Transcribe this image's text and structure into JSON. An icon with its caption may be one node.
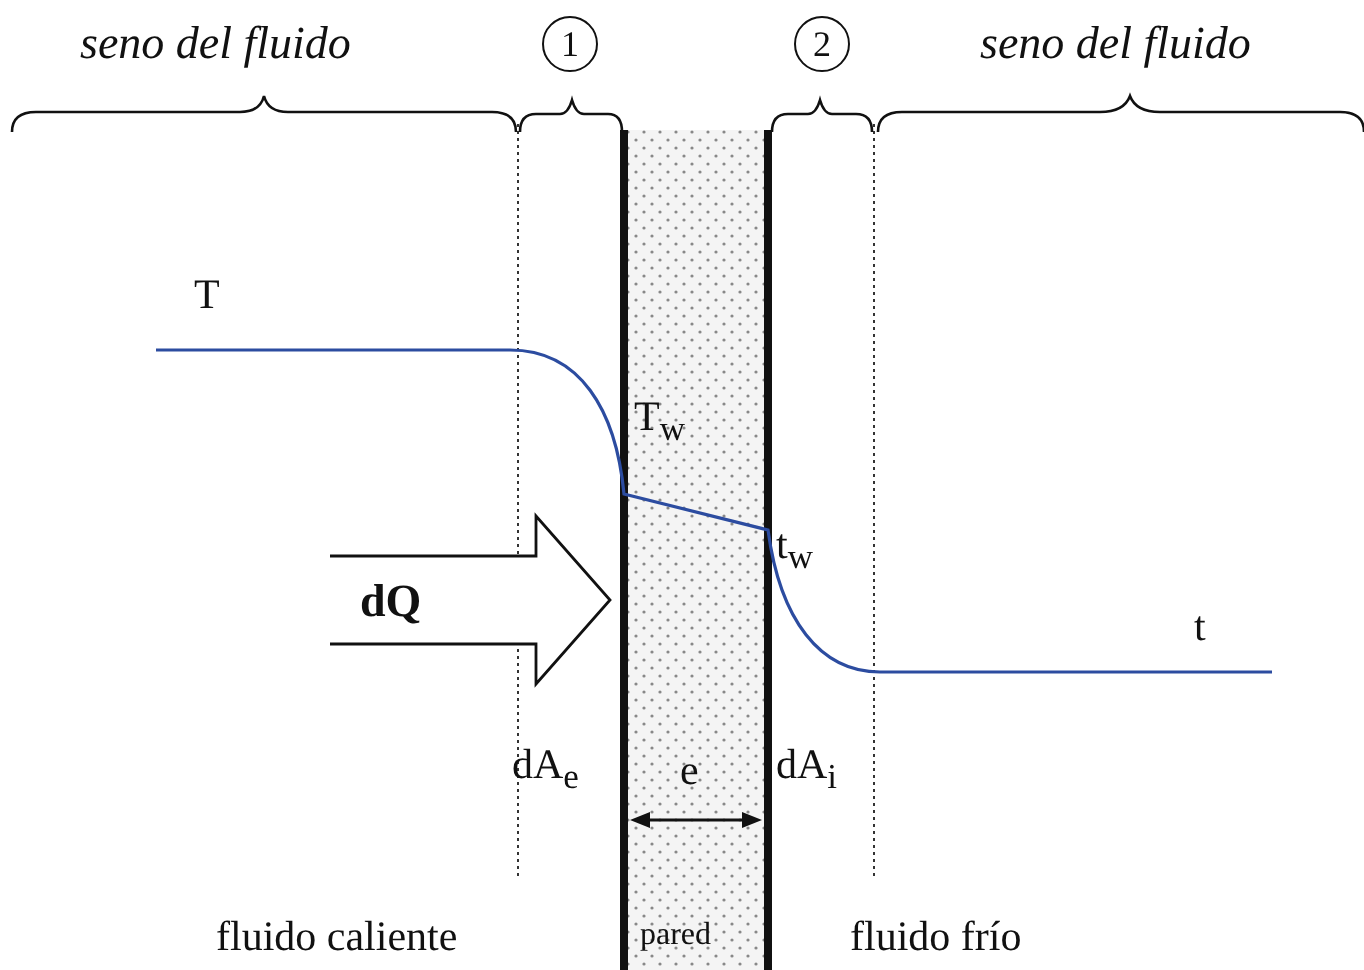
{
  "diagram": {
    "labels": [
      "seno del fluido",
      "1",
      "2",
      "seno del fluido",
      "T",
      "T$_{w}$",
      "t$_{w}$",
      "dQ",
      "t",
      "dA$_{e}$",
      "e",
      "dA$_{i}$",
      "fluido caliente",
      "pared",
      "fluido frío"
    ]
  }
}
